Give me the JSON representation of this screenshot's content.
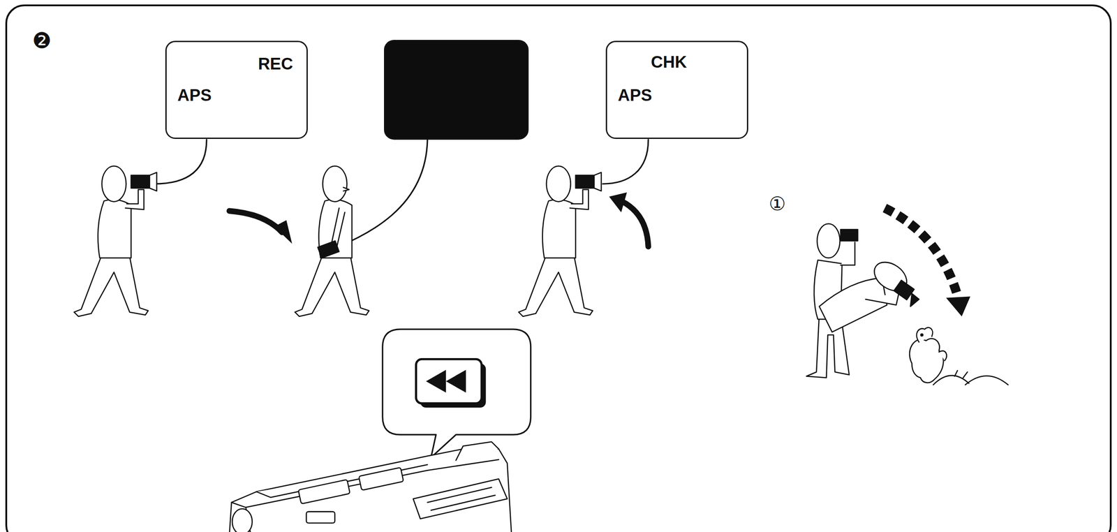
{
  "diagram": {
    "nodes": [
      {
        "text": [
          "REC",
          "APS"
        ]
      },
      {
        "text": [
          "CHK",
          "APS"
        ]
      }
    ],
    "labels": [
      "❷",
      "①"
    ]
  }
}
